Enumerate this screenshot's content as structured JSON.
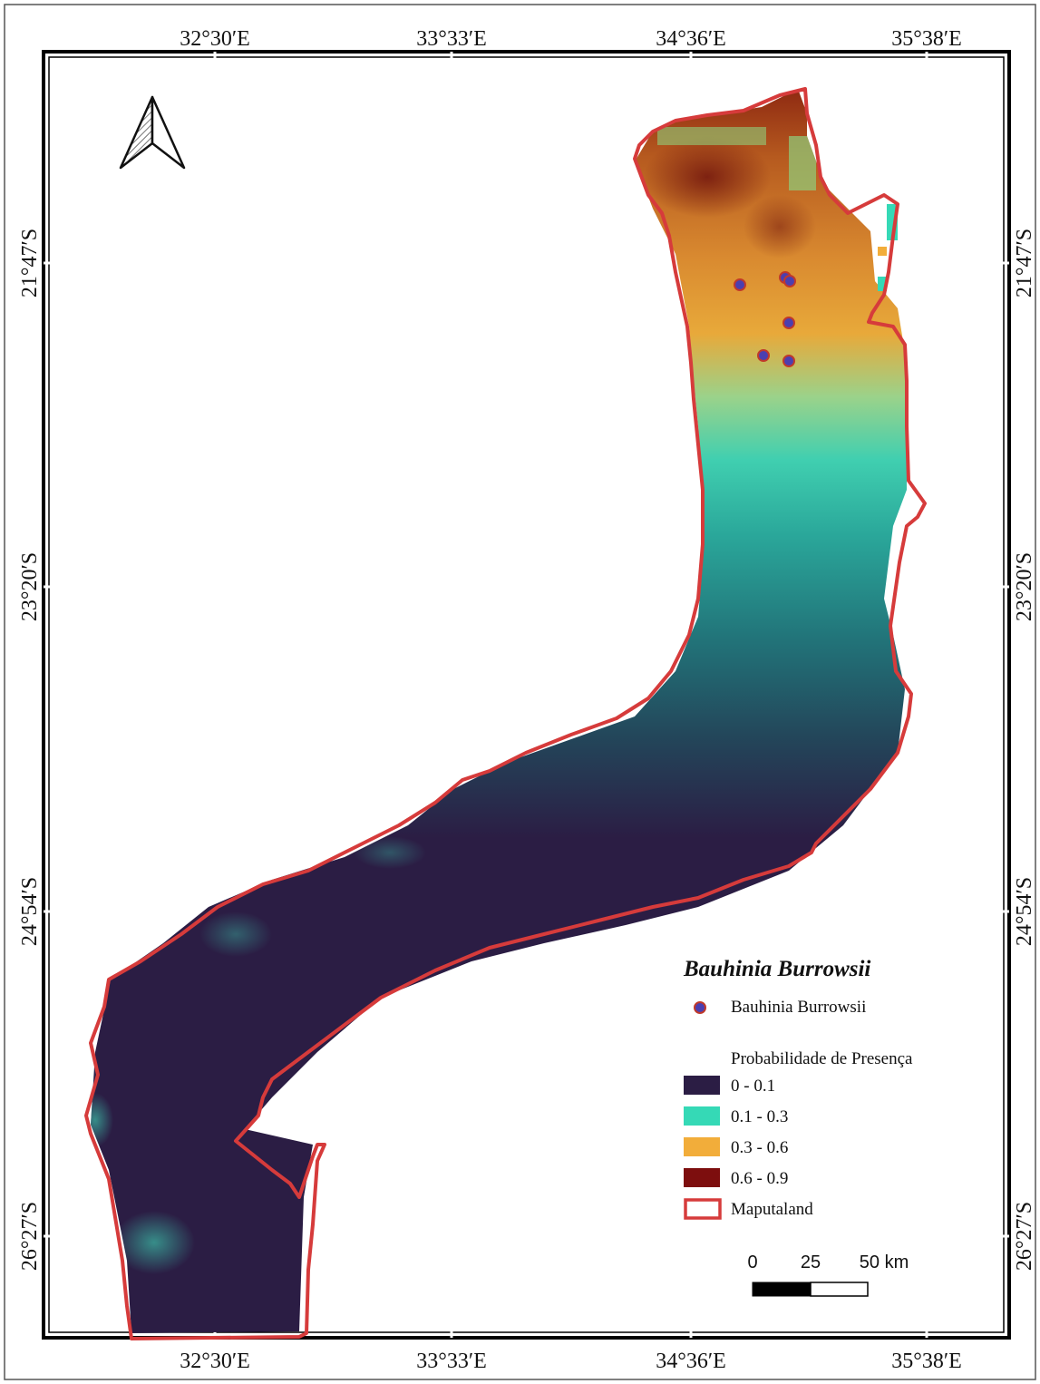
{
  "map": {
    "lon_labels": [
      "32°30′E",
      "33°33′E",
      "34°36′E",
      "35°38′E"
    ],
    "lat_labels": [
      "21°47′S",
      "23°20′S",
      "24°54′S",
      "26°27′S"
    ],
    "north_arrow_icon": "north-arrow-icon",
    "colors": {
      "boundary": "#d63b3b",
      "occurrence_fill": "#4b3fb0",
      "occurrence_stroke": "#c0392b",
      "class_0_01": "#2b1d44",
      "class_01_03": "#35d9b6",
      "class_03_06": "#f2ad3a",
      "class_06_09": "#7d0e0e"
    }
  },
  "legend": {
    "title": "Bauhinia Burrowsii",
    "occurrence_label": "Bauhinia Burrowsii",
    "probability_title": "Probabilidade de Presença",
    "classes": [
      {
        "label": "0 - 0.1",
        "color": "#2b1d44"
      },
      {
        "label": "0.1 - 0.3",
        "color": "#35d9b6"
      },
      {
        "label": "0.3 - 0.6",
        "color": "#f2ad3a"
      },
      {
        "label": "0.6 - 0.9",
        "color": "#7d0e0e"
      }
    ],
    "boundary_label": "Maputaland"
  },
  "scale_bar": {
    "ticks": [
      "0",
      "25",
      "50 km"
    ]
  }
}
